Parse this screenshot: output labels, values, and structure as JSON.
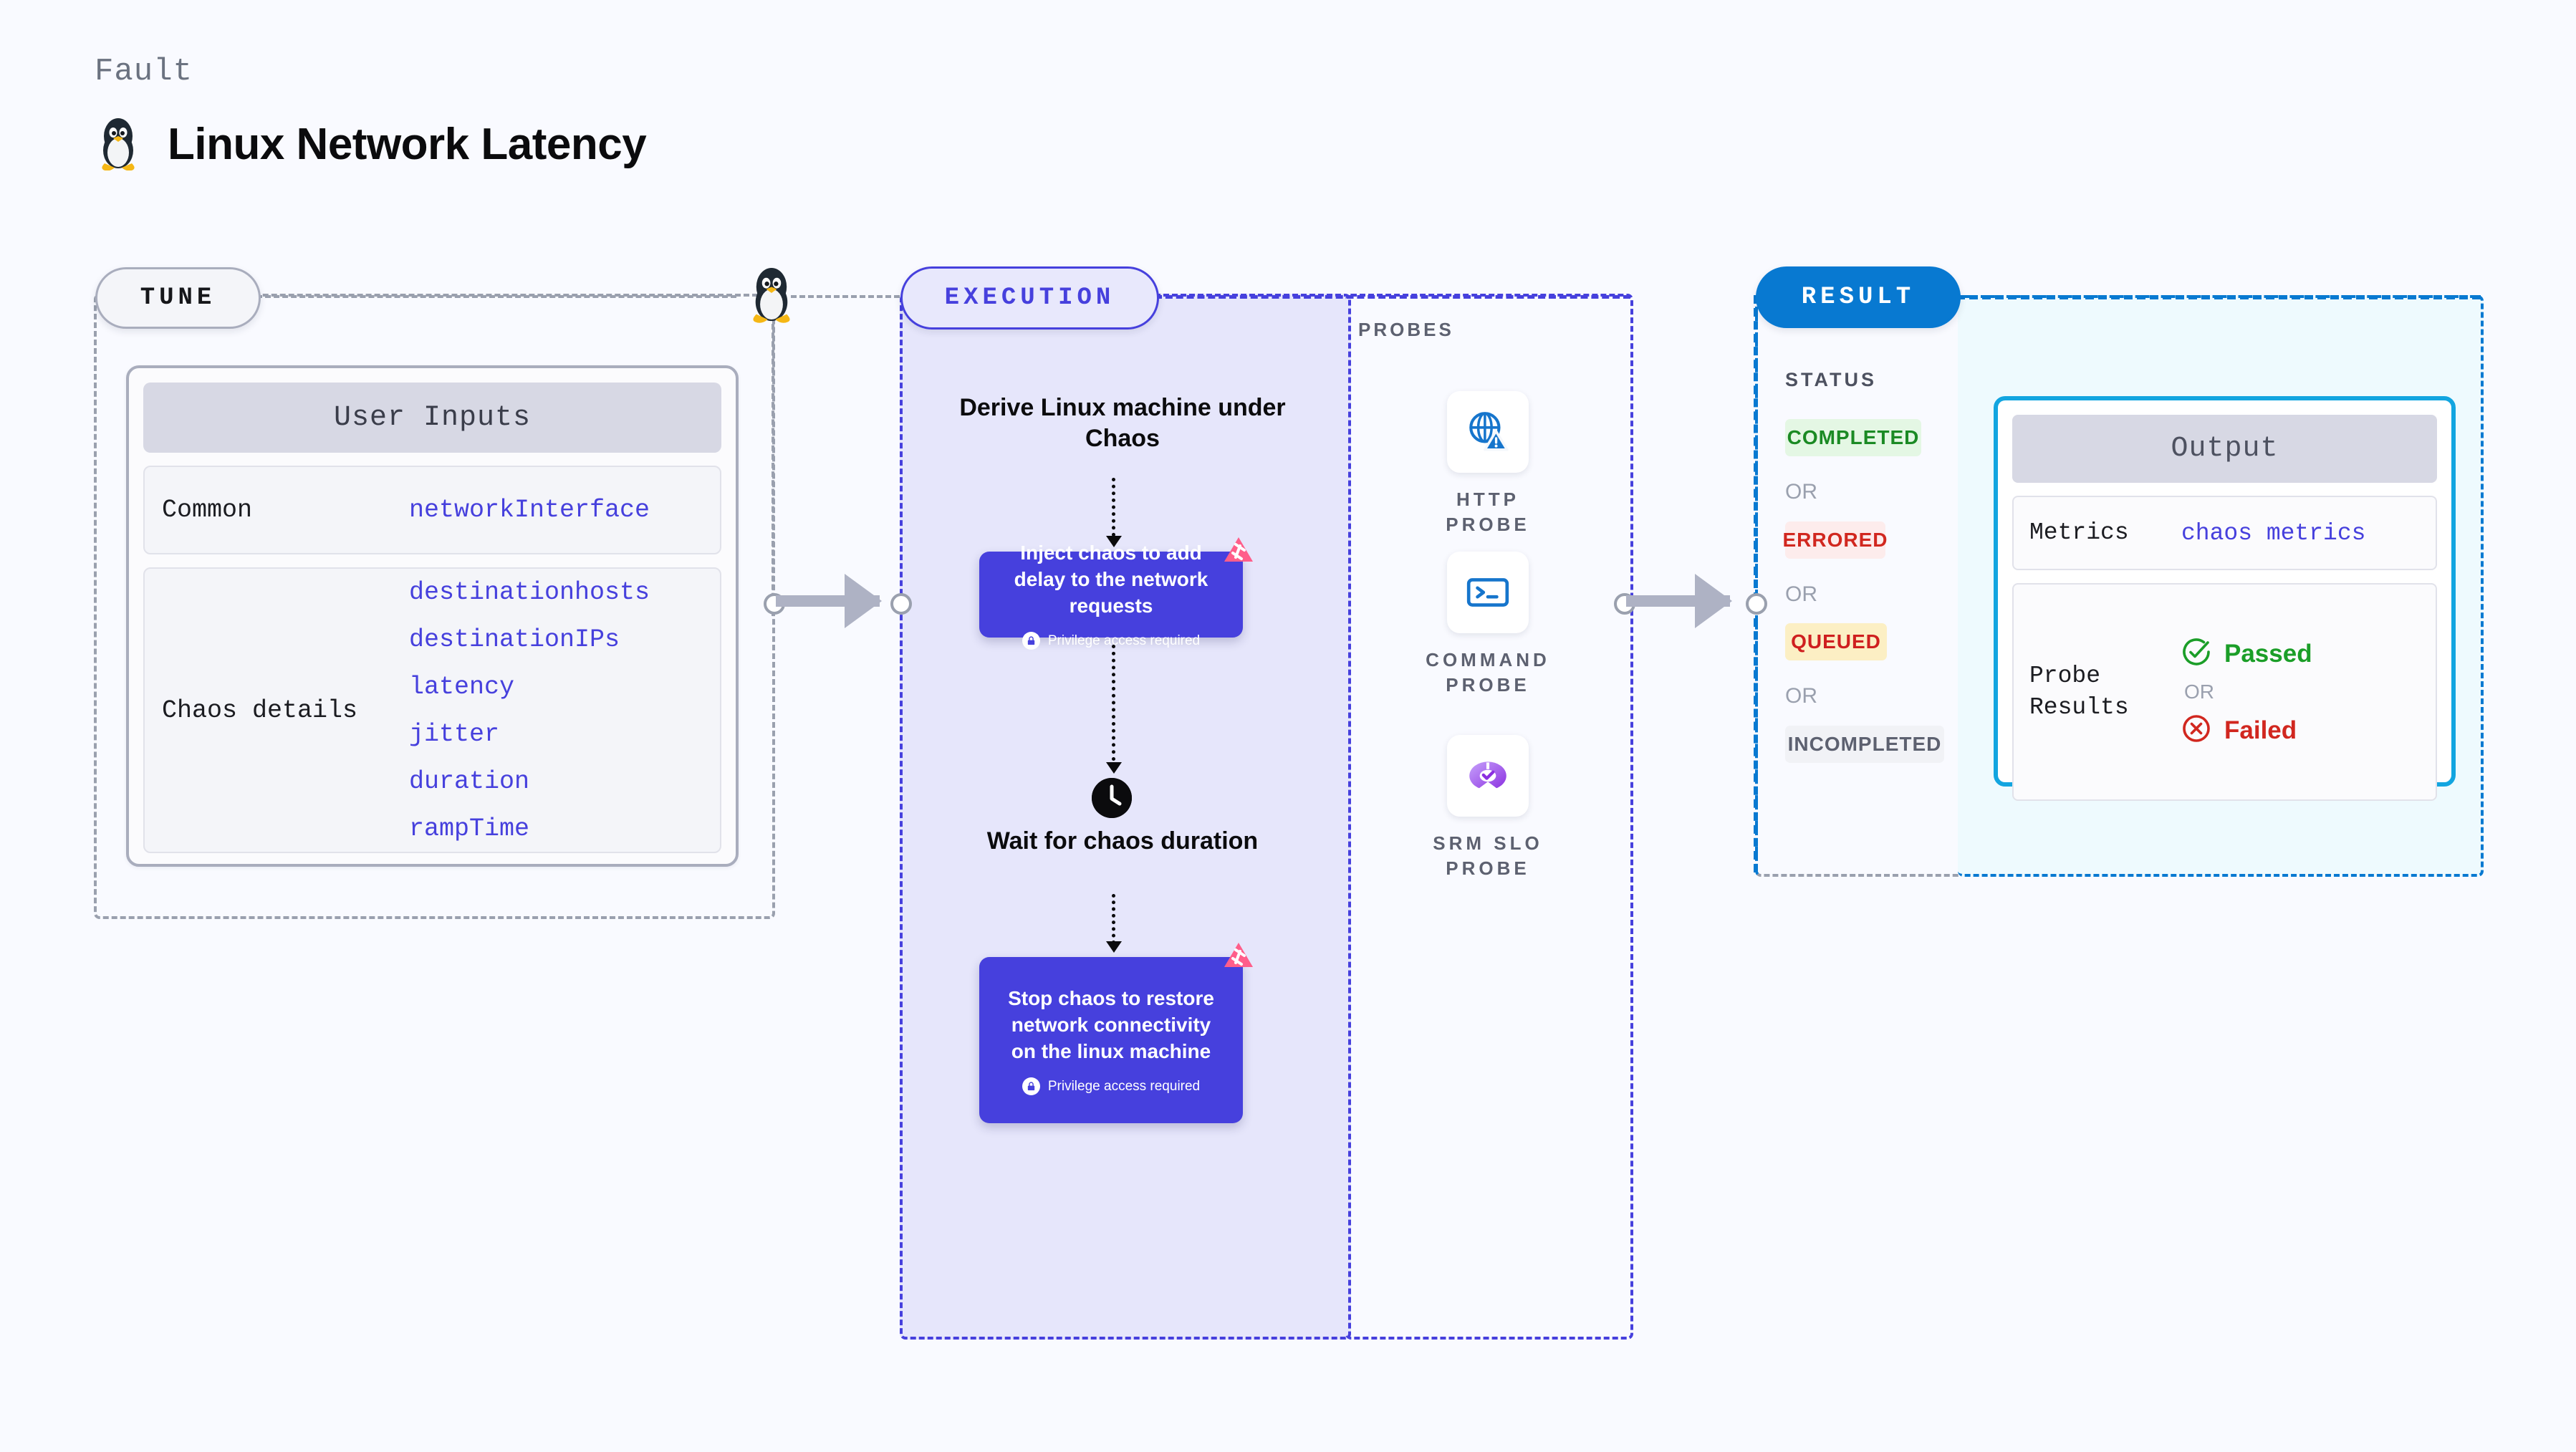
{
  "header": {
    "eyebrow": "Fault",
    "title": "Linux Network Latency",
    "icon": "linux-penguin-icon"
  },
  "tune": {
    "chip_label": "TUNE",
    "card_header": "User Inputs",
    "rows": [
      {
        "label": "Common",
        "values": [
          "networkInterface"
        ]
      },
      {
        "label": "Chaos details",
        "values": [
          "destinationhosts",
          "destinationIPs",
          "latency",
          "jitter",
          "duration",
          "rampTime"
        ]
      }
    ]
  },
  "execution": {
    "chip_label": "EXECUTION",
    "step1_title": "Derive Linux machine under Chaos",
    "card1": {
      "text": "Inject chaos to add delay to the network requests",
      "privilege": "Privilege access required",
      "badge_icon": "harness-logo-icon",
      "lock_icon": "lock-icon"
    },
    "step2_title": "Wait for chaos duration",
    "step2_icon": "clock-icon",
    "card2": {
      "text": "Stop chaos to restore network connectivity on the linux machine",
      "privilege": "Privilege access required",
      "badge_icon": "harness-logo-icon",
      "lock_icon": "lock-icon"
    }
  },
  "probes": {
    "label": "PROBES",
    "items": [
      {
        "name": "HTTP PROBE",
        "icon": "globe-warning-icon"
      },
      {
        "name": "COMMAND PROBE",
        "icon": "terminal-prompt-icon"
      },
      {
        "name": "SRM SLO PROBE",
        "icon": "slo-donut-check-icon"
      }
    ]
  },
  "result": {
    "chip_label": "RESULT",
    "status_label": "STATUS",
    "or_label": "OR",
    "statuses": [
      {
        "text": "COMPLETED",
        "bg": "#e4f7e4",
        "fg": "#1b8a24"
      },
      {
        "text": "ERRORED",
        "bg": "#fdecec",
        "fg": "#d1271f"
      },
      {
        "text": "QUEUED",
        "bg": "#fcefc4",
        "fg": "#cf1f1f"
      },
      {
        "text": "INCOMPLETED",
        "bg": "#f1f2f6",
        "fg": "#5d6170"
      }
    ],
    "output": {
      "header": "Output",
      "metrics_label": "Metrics",
      "metrics_value": "chaos metrics",
      "probe_results_label": "Probe Results",
      "passed": "Passed",
      "failed": "Failed",
      "or_label": "OR",
      "passed_icon": "check-circle-icon",
      "failed_icon": "x-circle-icon"
    }
  },
  "colors": {
    "background": "#f9faff",
    "primary_purple": "#4640dd",
    "result_blue": "#0879d1",
    "output_cyan": "#12a5e0",
    "harness_pink": "#ff5e8a",
    "gray_dash": "#9aa0ae"
  }
}
